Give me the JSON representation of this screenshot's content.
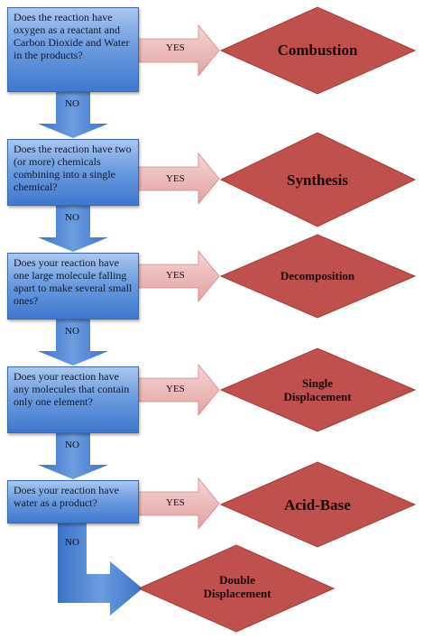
{
  "questions": [
    "Does the reaction have oxygen as a reactant and Carbon Dioxide and Water in the products?",
    "Does the reaction have two (or more) chemicals combining into a single chemical?",
    "Does your reaction have one large molecule falling apart to make several small ones?",
    "Does your reaction have any molecules that contain only one element?",
    "Does your reaction have water as a product?"
  ],
  "results": [
    "Combustion",
    "Synthesis",
    "Decomposition",
    "Single Displacement",
    "Acid-Base",
    "Double Displacement"
  ],
  "yes_label": "YES",
  "no_label": "NO",
  "colors": {
    "question_box": "#5a8bd9",
    "down_arrow": "#4f86d6",
    "yes_arrow": "#eab0b0",
    "diamond": "#c0504d"
  }
}
